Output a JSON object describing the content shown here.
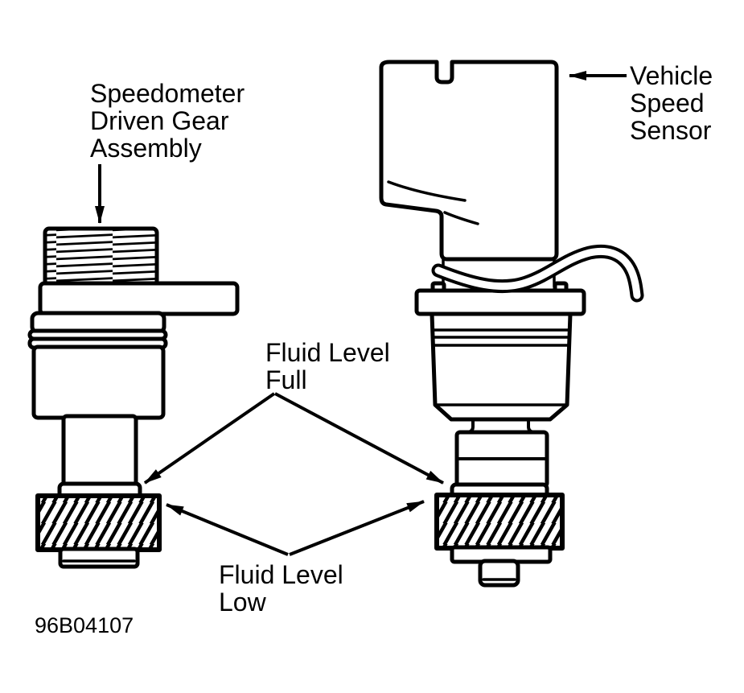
{
  "figure": {
    "number": "96B04107",
    "background": "#ffffff",
    "ink": "#000000"
  },
  "labels": {
    "speedometer": {
      "lines": [
        "Speedometer",
        "Driven Gear",
        "Assembly"
      ]
    },
    "vehicle_speed_sensor": {
      "lines": [
        "Vehicle",
        "Speed",
        "Sensor"
      ]
    },
    "fluid_level_full": {
      "lines": [
        "Fluid Level",
        "Full"
      ]
    },
    "fluid_level_low": {
      "lines": [
        "Fluid Level",
        "Low"
      ]
    }
  }
}
